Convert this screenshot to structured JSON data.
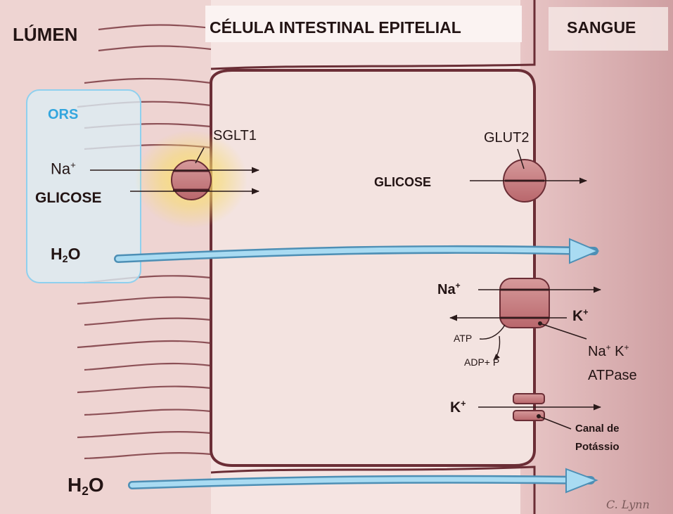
{
  "regions": {
    "lumen": "LÚMEN",
    "cell": "CÉLULA INTESTINAL EPITELIAL",
    "blood": "SANGUE"
  },
  "ors": {
    "title": "ORS",
    "na": "Na",
    "na_charge": "+",
    "glucose": "GLICOSE",
    "water_h": "H",
    "water_2": "2",
    "water_o": "O"
  },
  "sglt1": {
    "label": "SGLT1"
  },
  "glut2": {
    "label": "GLUT2",
    "substrate": "GLICOSE"
  },
  "pump": {
    "na": "Na",
    "na_charge": "+",
    "k": "K",
    "k_charge": "+",
    "atp": "ATP",
    "adp": "ADP+ P",
    "name_na": "Na",
    "name_k": "K",
    "name_charge": "+",
    "name_line2": "ATPase"
  },
  "k_channel": {
    "k": "K",
    "k_charge": "+",
    "name_line1": "Canal de",
    "name_line2": "Potássio"
  },
  "bottom_water": {
    "h": "H",
    "sub": "2",
    "o": "O"
  },
  "signature": "C. Lynn",
  "colors": {
    "ors_blue": "#33a6de",
    "arrow_blue": "#8fd0ee",
    "membrane": "#6b2e36",
    "cytoplasm": "#f3e3e0",
    "blood": "#d9aeb0"
  }
}
